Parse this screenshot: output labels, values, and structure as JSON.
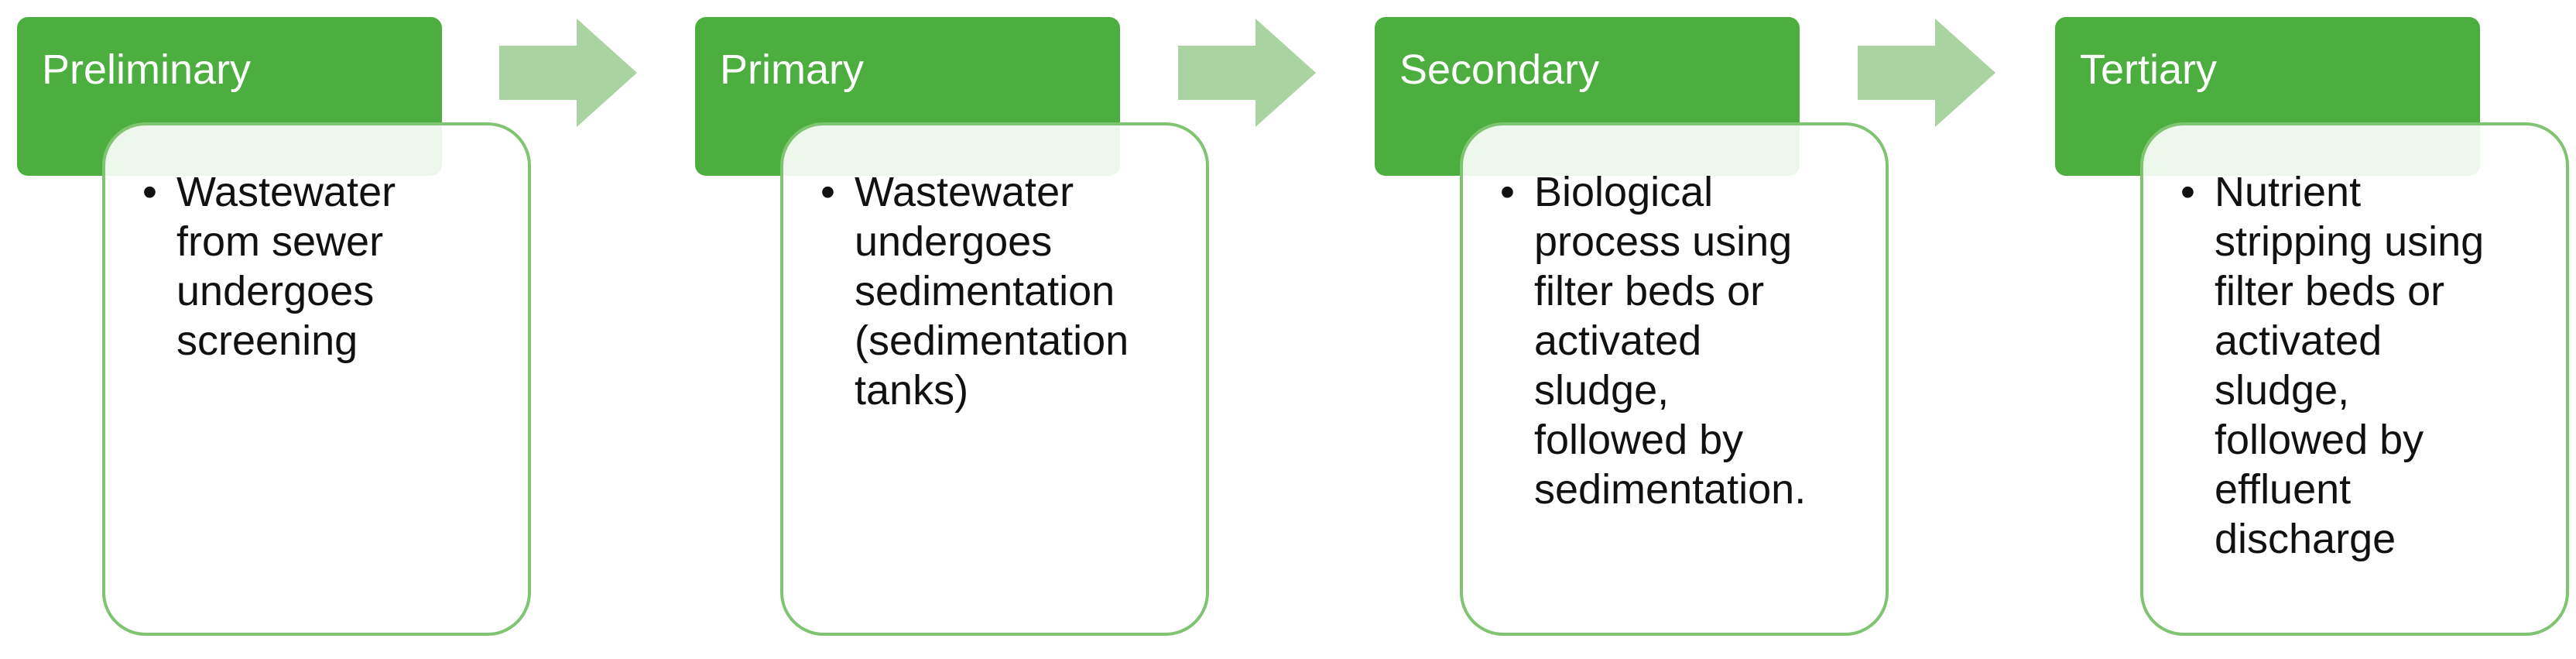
{
  "diagram": {
    "colors": {
      "header_fill": "#4cae3f",
      "card_border": "#7fc470",
      "arrow_fill": "#a9d3a0",
      "header_text": "#ffffff",
      "body_text": "#111111"
    },
    "stages": [
      {
        "title": "Preliminary",
        "bullet": "Wastewater\nfrom sewer\nundergoes\nscreening"
      },
      {
        "title": "Primary",
        "bullet": "Wastewater\nundergoes\nsedimentation\n(sedimentation\ntanks)"
      },
      {
        "title": "Secondary",
        "bullet": "Biological\nprocess using\nfilter beds or\nactivated\nsludge,\nfollowed by\nsedimentation."
      },
      {
        "title": "Tertiary",
        "bullet": "Nutrient\nstripping using\nfilter beds or\nactivated\nsludge,\nfollowed by\neffluent\ndischarge"
      }
    ]
  }
}
